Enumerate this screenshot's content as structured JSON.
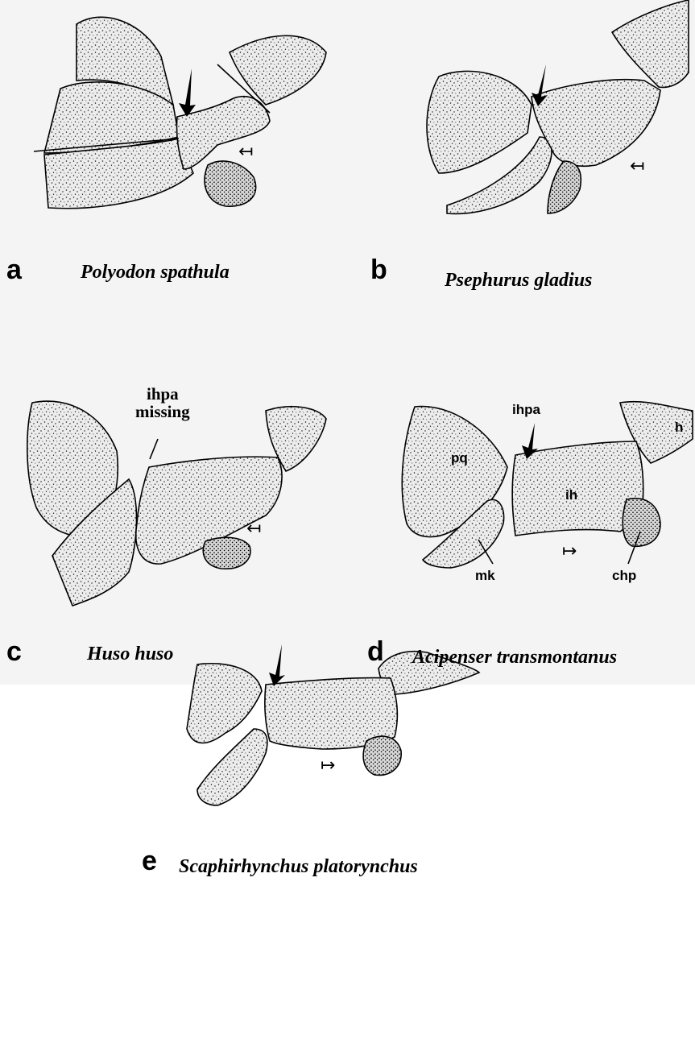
{
  "panels": [
    {
      "letter": "a",
      "species": "Polyodon spathula",
      "direction_symbol": "↤"
    },
    {
      "letter": "b",
      "species": "Psephurus gladius",
      "direction_symbol": "↤"
    },
    {
      "letter": "c",
      "species": "Huso huso",
      "direction_symbol": "↤",
      "labels": {
        "ihpa_missing_line1": "ihpa",
        "ihpa_missing_line2": "missing"
      }
    },
    {
      "letter": "d",
      "species": "Acipenser transmontanus",
      "direction_symbol": "↦",
      "labels": {
        "ihpa": "ihpa",
        "h": "h",
        "pq": "pq",
        "ih": "ih",
        "mk": "mk",
        "chp": "chp"
      }
    },
    {
      "letter": "e",
      "species": "Scaphirhynchus platorynchus",
      "direction_symbol": "↦"
    }
  ],
  "colors": {
    "background_top": "#f4f4f4",
    "bone_fill": "#e8e8e8",
    "stroke": "#000000"
  }
}
